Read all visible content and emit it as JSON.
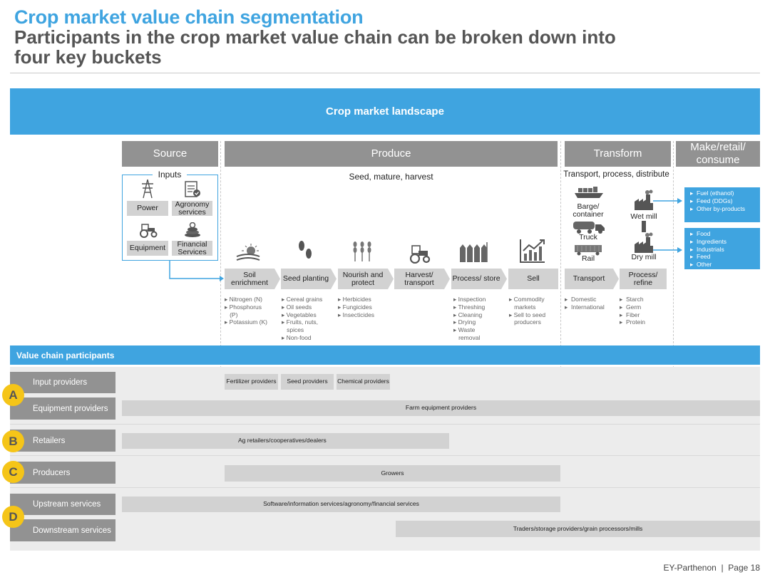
{
  "header": {
    "title": "Crop market value chain segmentation",
    "subtitle": "Participants in the crop market value chain can be broken down into four key buckets"
  },
  "banner": "Crop market landscape",
  "phases": {
    "source": "Source",
    "produce": "Produce",
    "transform": "Transform",
    "make": "Make/retail/ consume"
  },
  "sub_labels": {
    "inputs": "Inputs",
    "produce": "Seed, mature, harvest",
    "transform": "Transport, process, distribute"
  },
  "inputs": [
    "Power",
    "Agronomy services",
    "Equipment",
    "Financial Services"
  ],
  "transport_icons": {
    "barge": "Barge/ container",
    "truck": "Truck",
    "rail": "Rail",
    "wet_mill": "Wet mill",
    "dry_mill": "Dry mill"
  },
  "steps": [
    "Soil enrichment",
    "Seed planting",
    "Nourish and protect",
    "Harvest/ transport",
    "Process/ store",
    "Sell",
    "Transport",
    "Process/ refine"
  ],
  "details": {
    "soil": [
      "Nitrogen (N)",
      "Phosphorus",
      "(P)",
      "Potassium (K)"
    ],
    "seed": [
      "Cereal grains",
      "Oil seeds",
      "Vegetables",
      "Fruits, nuts,",
      "spices",
      "Non-food"
    ],
    "nourish": [
      "Herbicides",
      "Fungicides",
      "Insecticides"
    ],
    "process": [
      "Inspection",
      "Threshing",
      "Cleaning",
      "Drying",
      "Waste",
      "removal"
    ],
    "sell": [
      "Commodity",
      "markets",
      "Sell to seed",
      "producers"
    ],
    "transport": [
      "Domestic",
      "International"
    ],
    "refine": [
      "Starch",
      "Germ",
      "Fiber",
      "Protein"
    ]
  },
  "outputs": {
    "wet": [
      "Fuel (ethanol)",
      "Feed (DDGs)",
      "Other by-products"
    ],
    "dry": [
      "Food",
      "Ingredients",
      "Industrials",
      "Feed",
      "Other"
    ]
  },
  "participants": {
    "heading": "Value chain participants",
    "rows": {
      "input": "Input providers",
      "equipment": "Equipment providers",
      "retailers": "Retailers",
      "producers": "Producers",
      "upstream": "Upstream services",
      "downstream": "Downstream services"
    },
    "letters": [
      "A",
      "B",
      "C",
      "D"
    ],
    "bars": {
      "fertilizer": "Fertilizer providers",
      "seed": "Seed providers",
      "chemical": "Chemical providers",
      "farm": "Farm equipment providers",
      "ag": "Ag retailers/cooperatives/dealers",
      "growers": "Growers",
      "software": "Software/information services/agronomy/financial services",
      "traders": "Traders/storage providers/grain processors/mills"
    }
  },
  "footer": "EY-Parthenon  |  Page 18",
  "colors": {
    "accent": "#3fa4e0",
    "phase": "#929292",
    "step": "#d2d2d2",
    "badge": "#f5c518"
  }
}
